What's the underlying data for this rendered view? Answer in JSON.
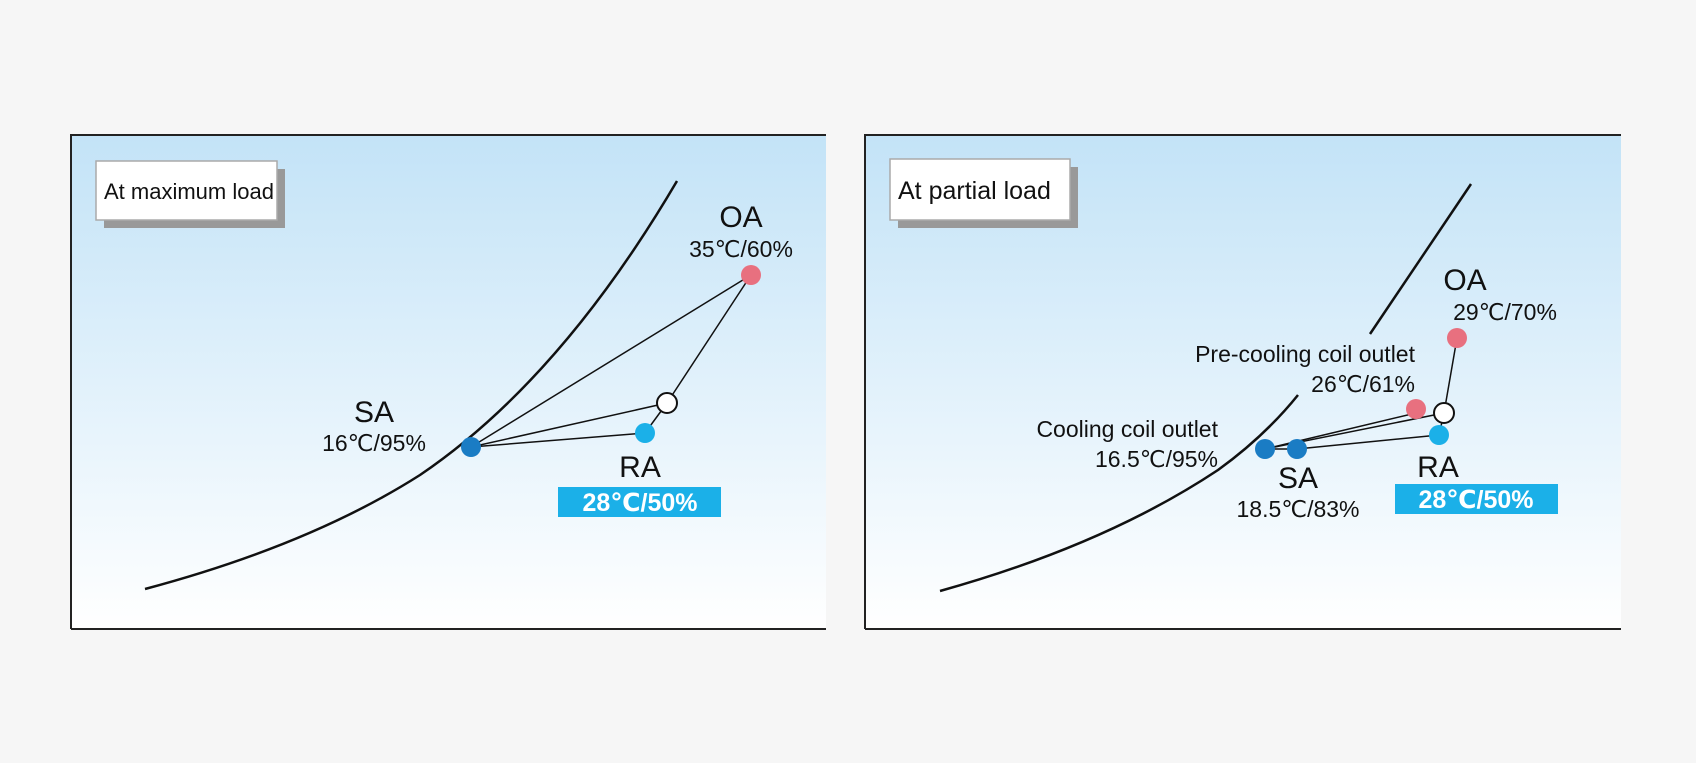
{
  "panels": [
    {
      "title": "At maximum load",
      "curve": "saturation",
      "points": {
        "oa": {
          "label": "OA",
          "value": "35℃/60%"
        },
        "sa": {
          "label": "SA",
          "value": "16℃/95%"
        },
        "ra": {
          "label": "RA",
          "value": "28℃/50%"
        }
      }
    },
    {
      "title": "At partial load",
      "curve": "saturation",
      "points": {
        "oa": {
          "label": "OA",
          "value": "29℃/70%"
        },
        "precooling": {
          "label": "Pre-cooling coil outlet",
          "value": "26℃/61%"
        },
        "cooling": {
          "label": "Cooling coil outlet",
          "value": "16.5℃/95%"
        },
        "sa": {
          "label": "SA",
          "value": "18.5℃/83%"
        },
        "ra": {
          "label": "RA",
          "value": "28℃/50%"
        }
      }
    }
  ],
  "colors": {
    "background": "#f6f6f6",
    "panel_top": "#c3e3f7",
    "panel_bottom": "#ffffff",
    "oa_point": "#e8707f",
    "precooling_point": "#e8707f",
    "sa_point": "#1a7cc4",
    "ra_point": "#1bb0e8",
    "ra_badge": "#1bb0e8",
    "mix_point": "#ffffff",
    "line": "#111111"
  }
}
